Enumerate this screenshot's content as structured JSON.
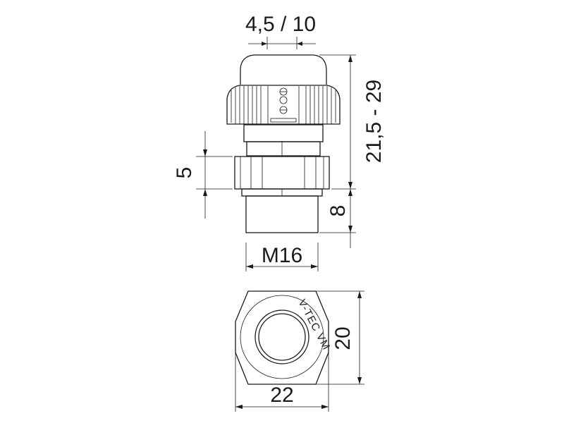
{
  "dimensions": {
    "cable_range": "4,5 / 10",
    "total_height": "21,5 - 29",
    "wrench_height": "5",
    "thread_length": "8",
    "thread": "M16",
    "width_across_flats": "20",
    "width_across_corners": "22"
  },
  "brand": "V-TEC VM"
}
